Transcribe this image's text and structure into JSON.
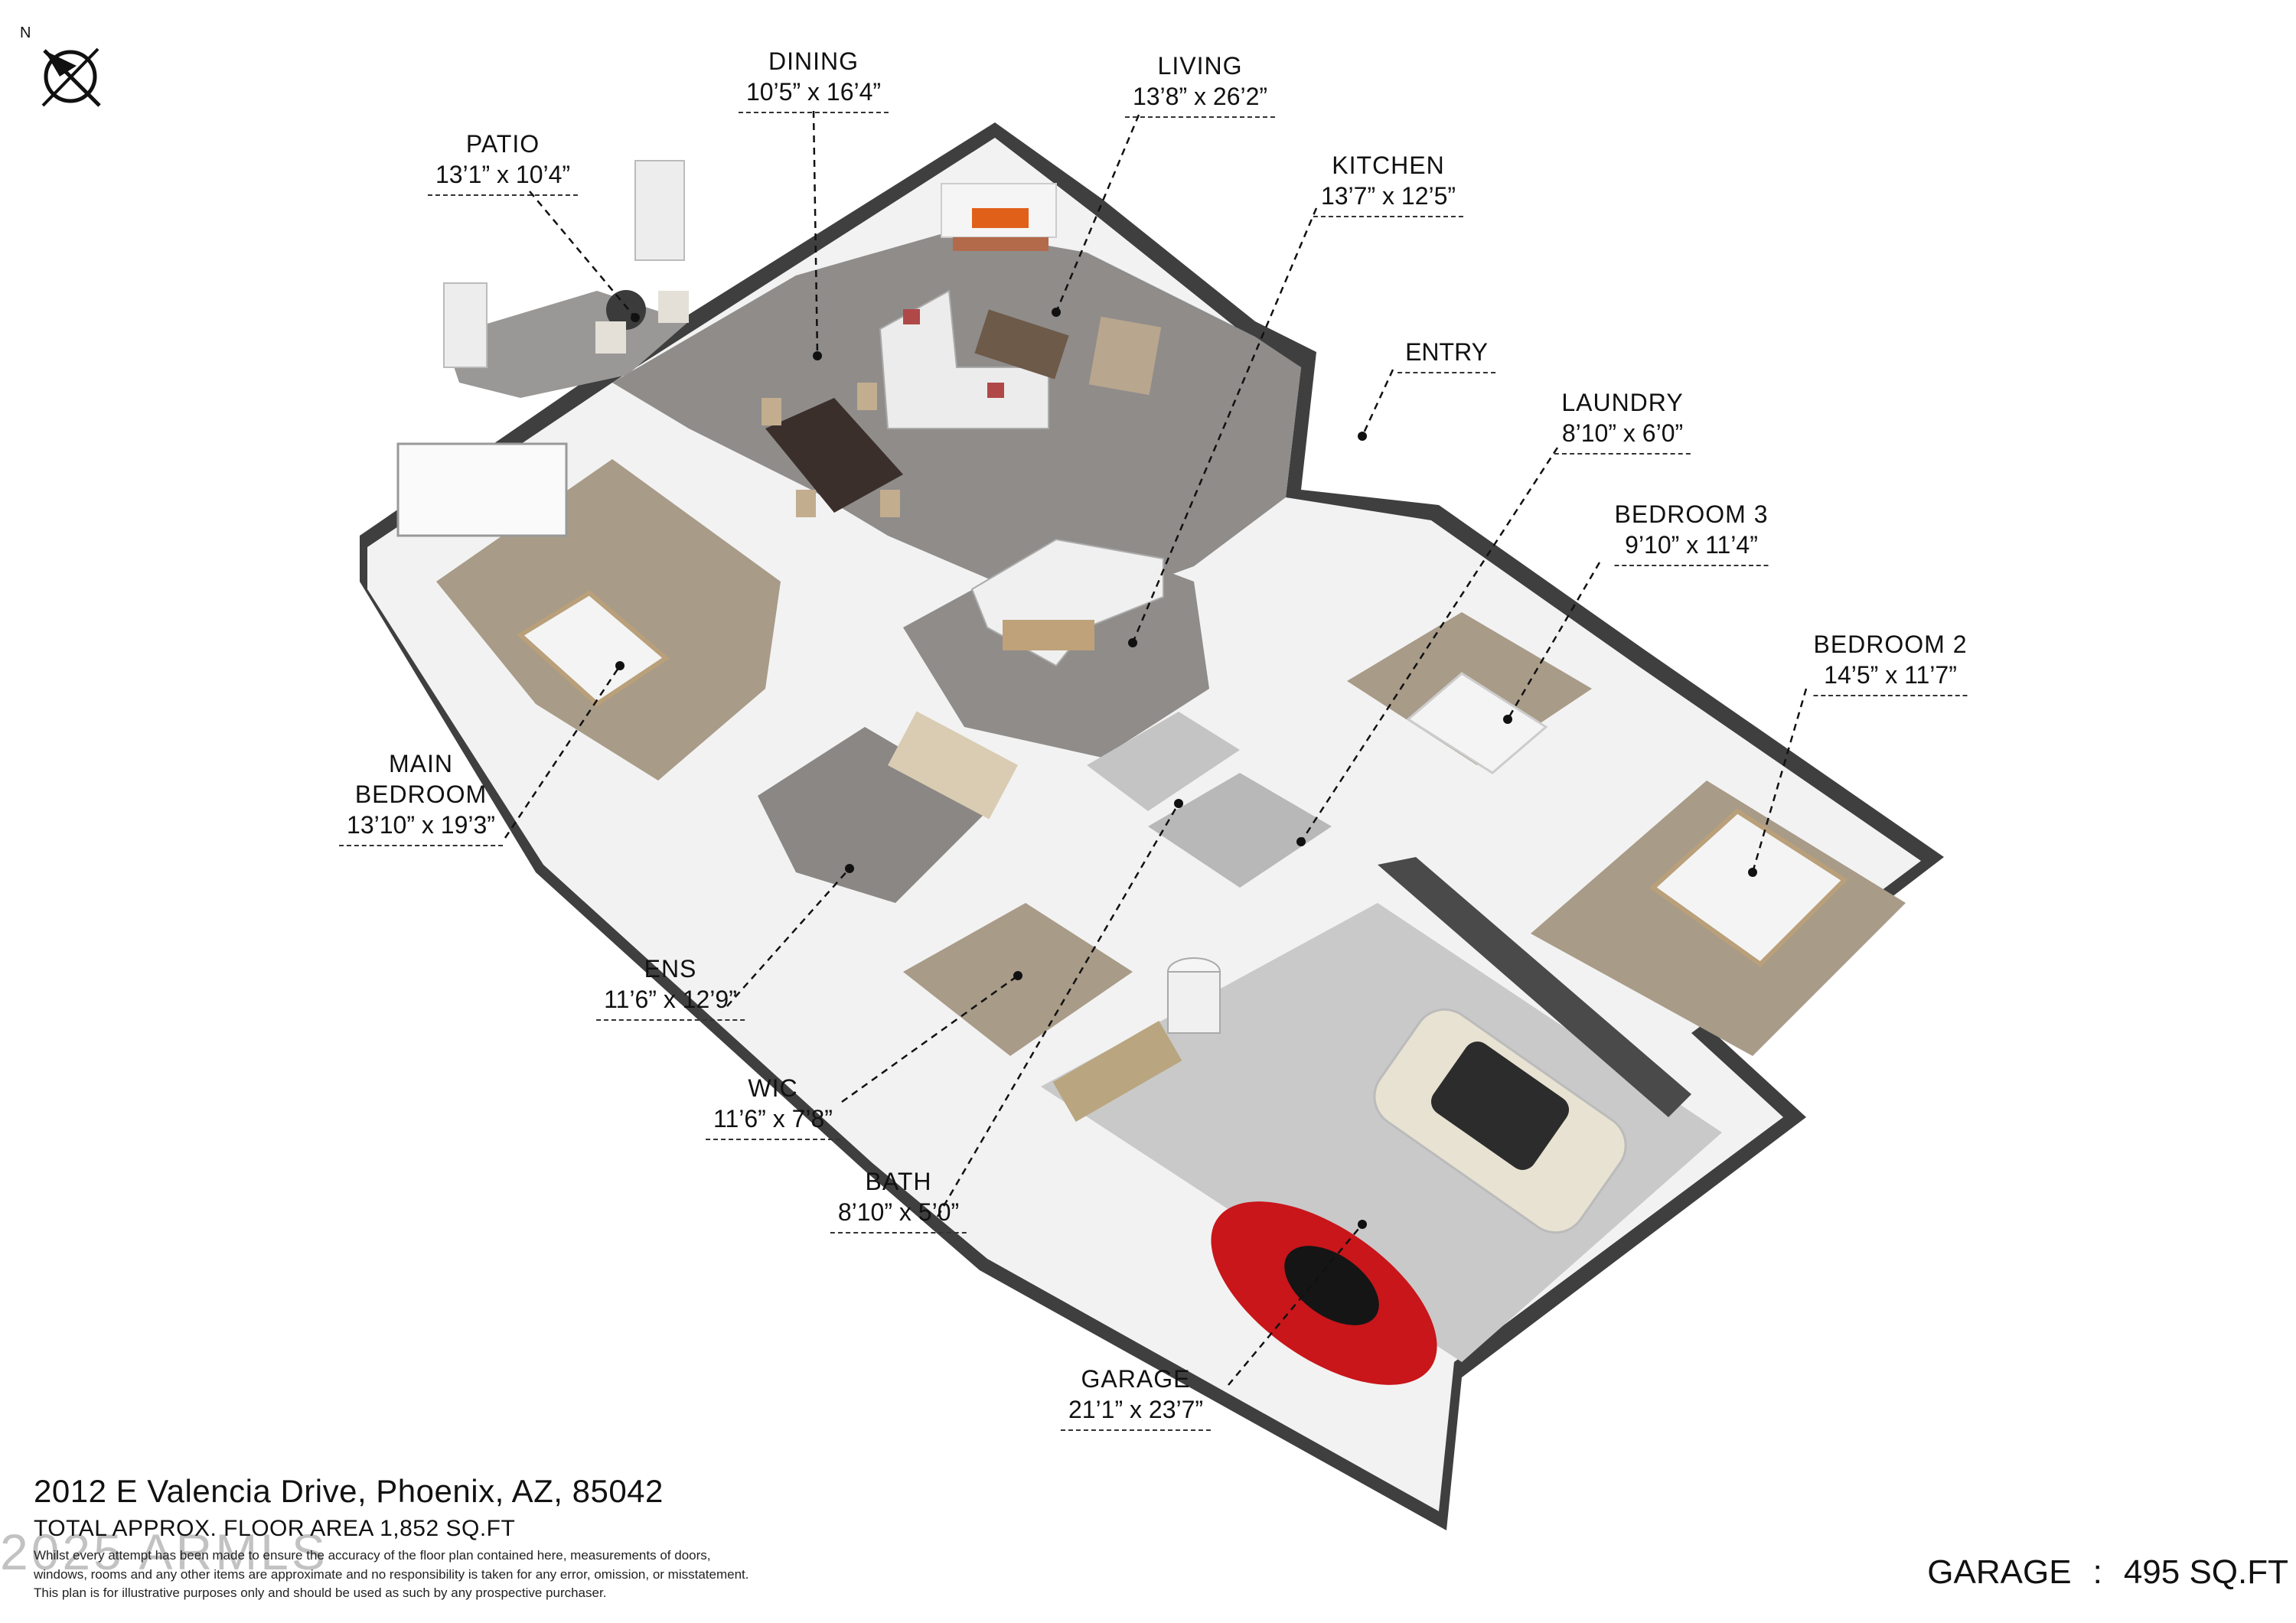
{
  "compass": {
    "label": "N"
  },
  "rooms": {
    "dining": {
      "name": "DINING",
      "dims": "10’5” x 16’4”"
    },
    "living": {
      "name": "LIVING",
      "dims": "13’8” x 26’2”"
    },
    "patio": {
      "name": "PATIO",
      "dims": "13’1” x 10’4”"
    },
    "kitchen": {
      "name": "KITCHEN",
      "dims": "13’7” x 12’5”"
    },
    "entry": {
      "name": "ENTRY"
    },
    "laundry": {
      "name": "LAUNDRY",
      "dims": "8’10” x 6’0”"
    },
    "bedroom3": {
      "name": "BEDROOM 3",
      "dims": "9’10” x 11’4”"
    },
    "bedroom2": {
      "name": "BEDROOM 2",
      "dims": "14’5” x 11’7”"
    },
    "main_bedroom": {
      "name1": "MAIN",
      "name2": "BEDROOM",
      "dims": "13’10” x 19’3”"
    },
    "ens": {
      "name": "ENS",
      "dims": "11’6” x 12’9”"
    },
    "wic": {
      "name": "WIC",
      "dims": "11’6” x 7’8”"
    },
    "bath": {
      "name": "BATH",
      "dims": "8’10” x 5’0”"
    },
    "garage": {
      "name": "GARAGE",
      "dims": "21’1” x 23’7”"
    }
  },
  "footer": {
    "address": "2012 E Valencia Drive, Phoenix, AZ, 85042",
    "total_area": "TOTAL APPROX. FLOOR AREA  1,852 SQ.FT",
    "disclaimer_1": "Whilst every attempt has been made to ensure the accuracy of the floor plan contained here, measurements of doors,",
    "disclaimer_2": "windows, rooms and any other items are approximate and no responsibility is taken for any error, omission, or misstatement.",
    "disclaimer_3": "This plan is for illustrative purposes only and should be used as such by any prospective purchaser.",
    "copyright": "2025 ARMLS",
    "garage_label": "GARAGE",
    "garage_sep": ":",
    "garage_value": "495 SQ.FT"
  },
  "colors": {
    "wall": "#ffffff",
    "wall_edge": "#3a3a3a",
    "floor_tile": "#8f8c8a",
    "floor_carpet": "#a89b88",
    "floor_wood": "#9d8f80",
    "garage_floor": "#c9c9c9",
    "car_red": "#c8161a",
    "car_cream": "#e8e2d2"
  }
}
